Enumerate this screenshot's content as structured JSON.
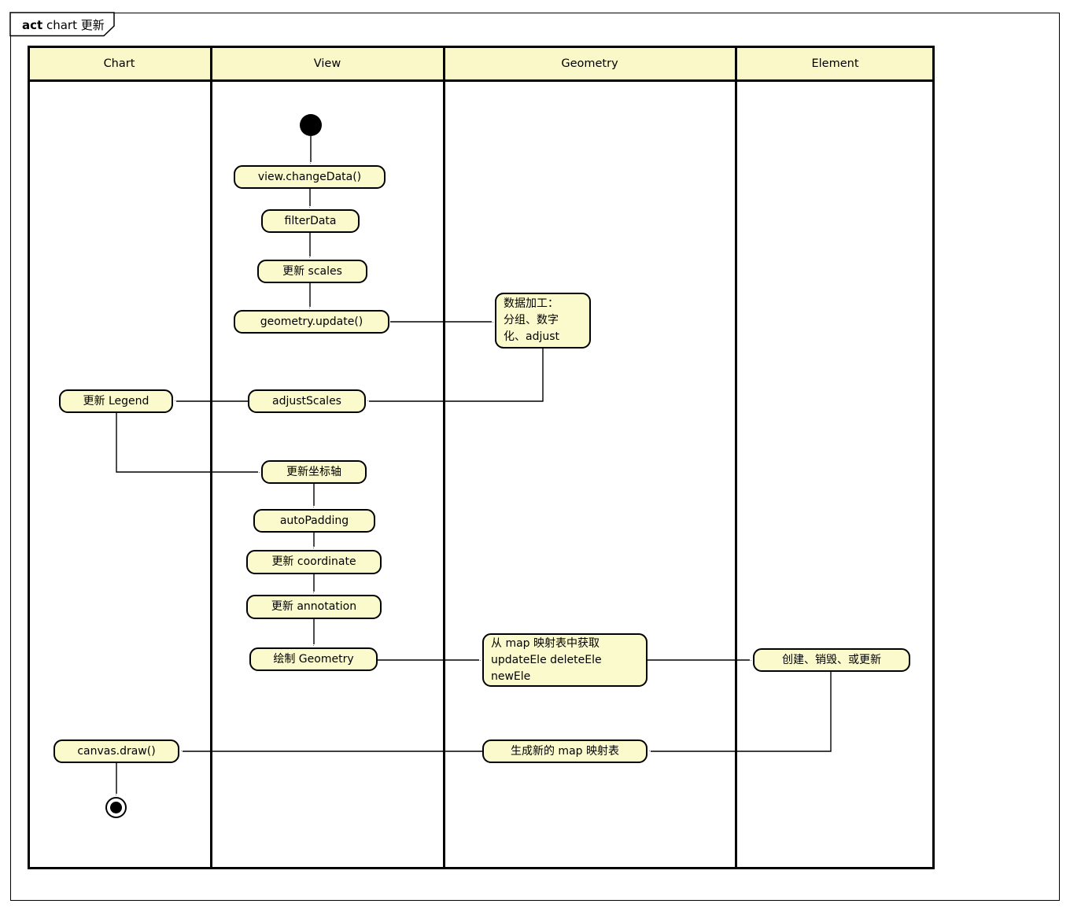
{
  "frame": {
    "keyword": "act",
    "title": "chart 更新"
  },
  "lanes": [
    {
      "id": "chart",
      "label": "Chart"
    },
    {
      "id": "view",
      "label": "View"
    },
    {
      "id": "geometry",
      "label": "Geometry"
    },
    {
      "id": "element",
      "label": "Element"
    }
  ],
  "nodes": {
    "start": {
      "type": "initial-node",
      "lane": "View"
    },
    "view_changedata": {
      "label": "view.changeData()",
      "lane": "View"
    },
    "filterdata": {
      "label": "filterData",
      "lane": "View"
    },
    "update_scales": {
      "label": "更新 scales",
      "lane": "View"
    },
    "geometry_update": {
      "label": "geometry.update()",
      "lane": "View"
    },
    "data_processing": {
      "label": "数据加工：\n分组、数字\n化、adjust",
      "lane": "Geometry"
    },
    "adjust_scales": {
      "label": "adjustScales",
      "lane": "View"
    },
    "update_legend": {
      "label": "更新 Legend",
      "lane": "Chart"
    },
    "update_axes": {
      "label": "更新坐标轴",
      "lane": "View"
    },
    "autopadding": {
      "label": "autoPadding",
      "lane": "View"
    },
    "update_coordinate": {
      "label": "更新 coordinate",
      "lane": "View"
    },
    "update_annotation": {
      "label": "更新 annotation",
      "lane": "View"
    },
    "draw_geometry": {
      "label": "绘制 Geometry",
      "lane": "View"
    },
    "map_fetch": {
      "label": "从 map 映射表中获取\nupdateEle deleteEle\nnewEle",
      "lane": "Geometry"
    },
    "create_destroy_update": {
      "label": "创建、销毁、或更新",
      "lane": "Element"
    },
    "generate_map": {
      "label": "生成新的 map 映射表",
      "lane": "Geometry"
    },
    "canvas_draw": {
      "label": "canvas.draw()",
      "lane": "Chart"
    },
    "end": {
      "type": "final-node",
      "lane": "Chart"
    }
  },
  "edges": [
    {
      "from": "start",
      "to": "view_changedata"
    },
    {
      "from": "view_changedata",
      "to": "filterdata"
    },
    {
      "from": "filterdata",
      "to": "update_scales"
    },
    {
      "from": "update_scales",
      "to": "geometry_update"
    },
    {
      "from": "geometry_update",
      "to": "data_processing"
    },
    {
      "from": "data_processing",
      "to": "adjust_scales"
    },
    {
      "from": "adjust_scales",
      "to": "update_legend"
    },
    {
      "from": "update_legend",
      "to": "update_axes"
    },
    {
      "from": "update_axes",
      "to": "autopadding"
    },
    {
      "from": "autopadding",
      "to": "update_coordinate"
    },
    {
      "from": "update_coordinate",
      "to": "update_annotation"
    },
    {
      "from": "update_annotation",
      "to": "draw_geometry"
    },
    {
      "from": "draw_geometry",
      "to": "map_fetch"
    },
    {
      "from": "map_fetch",
      "to": "create_destroy_update"
    },
    {
      "from": "create_destroy_update",
      "to": "generate_map"
    },
    {
      "from": "generate_map",
      "to": "canvas_draw"
    },
    {
      "from": "canvas_draw",
      "to": "end"
    }
  ],
  "colors": {
    "node_fill": "#FBFACD",
    "header_fill": "#FAF8C8",
    "border": "#000000"
  }
}
